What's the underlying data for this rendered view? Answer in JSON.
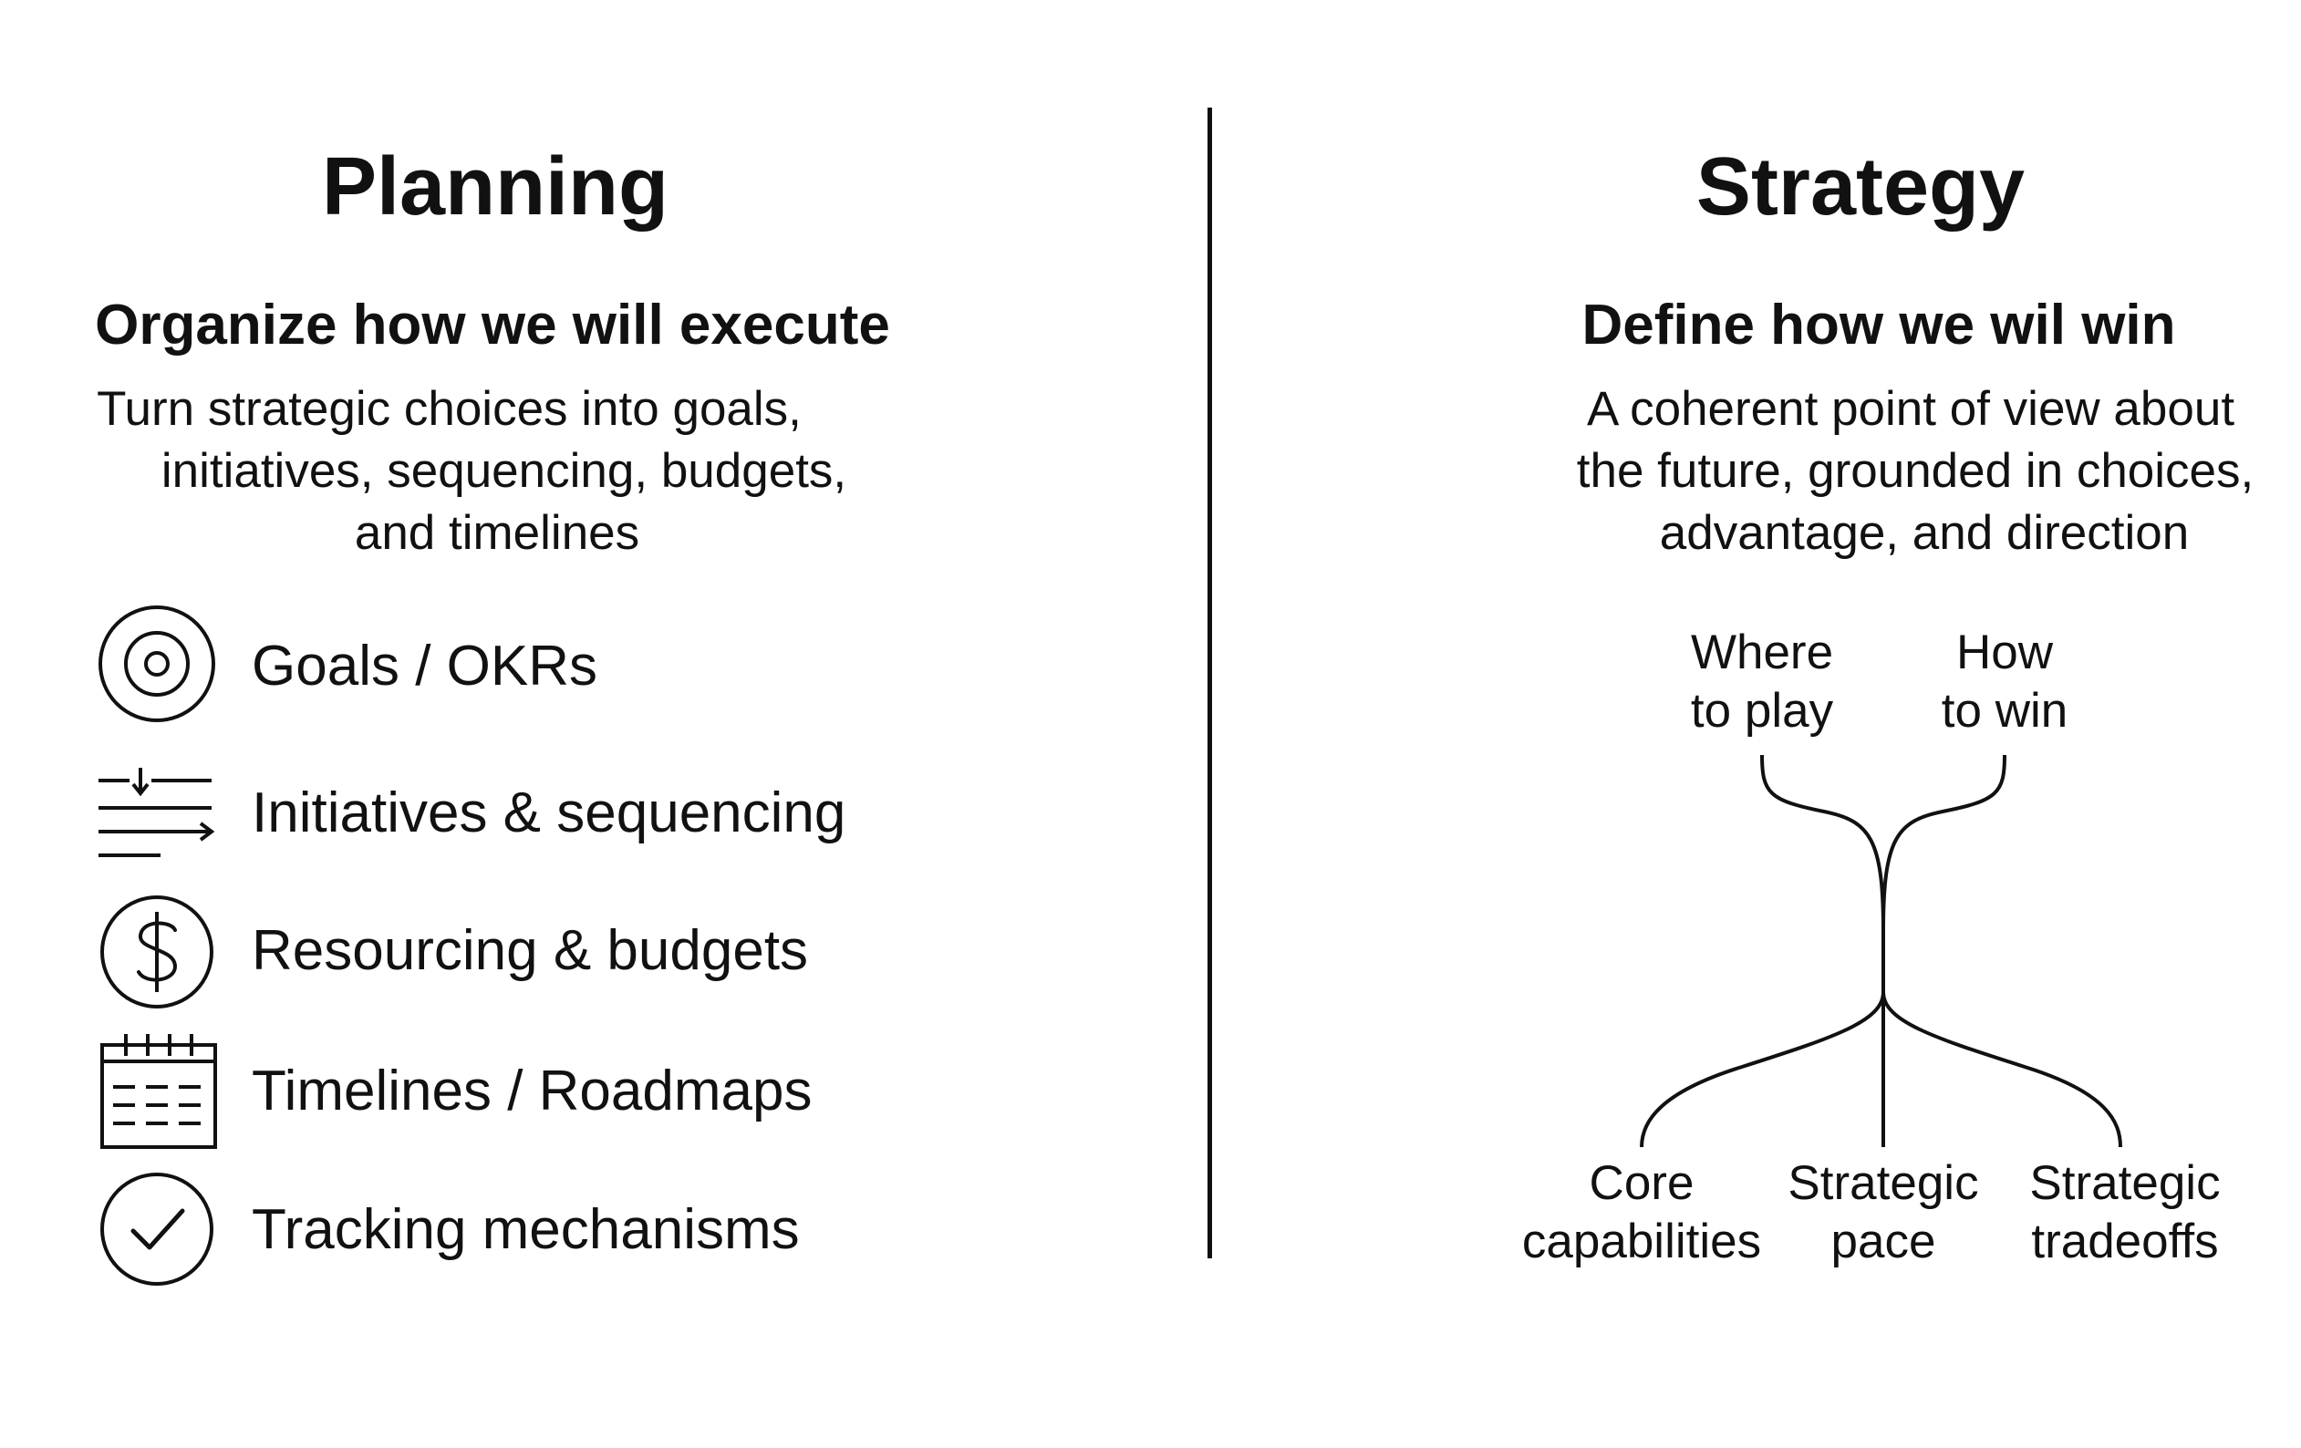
{
  "planning": {
    "title": "Planning",
    "subtitle": "Organize how we will execute",
    "description": {
      "line1": "Turn strategic choices into goals,",
      "line2": "initiatives, sequencing, budgets,",
      "line3": "and timelines"
    },
    "items": [
      {
        "icon": "target-icon",
        "label": "Goals / OKRs"
      },
      {
        "icon": "sequencing-arrows-icon",
        "label": "Initiatives & sequencing"
      },
      {
        "icon": "dollar-icon",
        "label": "Resourcing & budgets"
      },
      {
        "icon": "calendar-icon",
        "label": "Timelines / Roadmaps"
      },
      {
        "icon": "checkmark-icon",
        "label": "Tracking mechanisms"
      }
    ]
  },
  "strategy": {
    "title": "Strategy",
    "subtitle": "Define how we wil win",
    "description": {
      "line1": "A coherent point of view about",
      "line2": "the future, grounded in choices,",
      "line3": "advantage, and direction"
    },
    "tree": {
      "top_left": {
        "line1": "Where",
        "line2": "to play"
      },
      "top_right": {
        "line1": "How",
        "line2": "to win"
      },
      "bottom_left": {
        "line1": "Core",
        "line2": "capabilities"
      },
      "bottom_center": {
        "line1": "Strategic",
        "line2": "pace"
      },
      "bottom_right": {
        "line1": "Strategic",
        "line2": "tradeoffs"
      }
    }
  },
  "colors": {
    "ink": "#111111",
    "background": "#ffffff"
  }
}
